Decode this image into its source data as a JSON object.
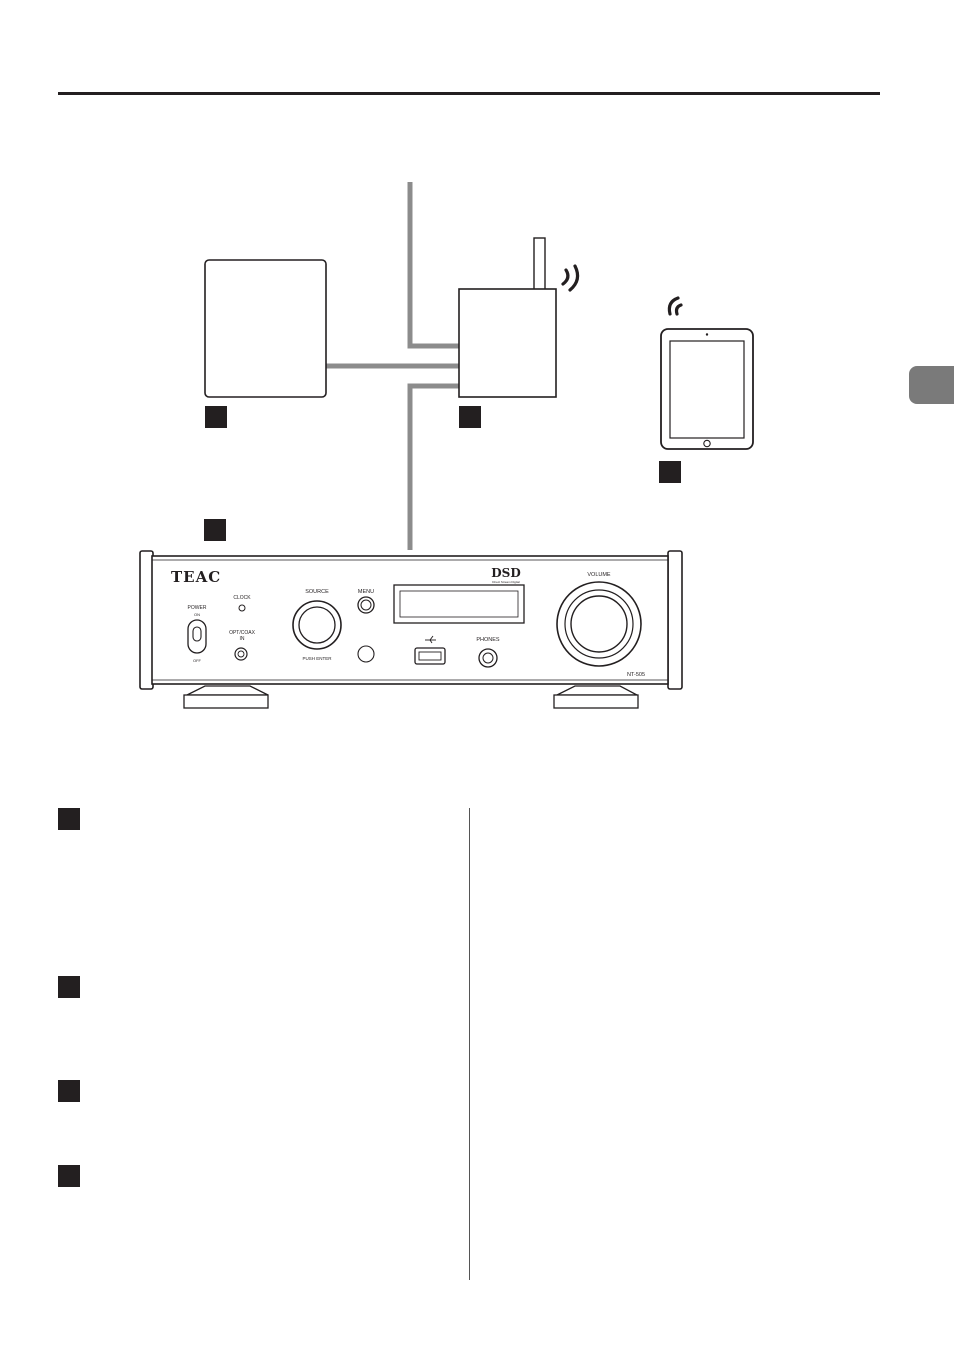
{
  "device": {
    "brand": "TEAC",
    "model": "NT-505",
    "dsd_logo": "DSD",
    "dsd_sub": "Direct Stream Digital",
    "labels": {
      "power": "POWER",
      "on": "ON",
      "off": "OFF",
      "clock": "CLOCK",
      "opt_coax": "OPT/COAX",
      "opt_coax_in": "IN",
      "source": "SOURCE",
      "push_enter": "PUSH ENTER",
      "menu": "MENU",
      "phones": "PHONES",
      "volume": "VOLUME"
    }
  },
  "icons": {
    "router_signal": "wifi-signal-icon",
    "tablet_signal": "wifi-signal-icon",
    "usb": "usb-icon"
  },
  "colors": {
    "line": "#231f20",
    "cable": "#8c8c8c",
    "tab": "#7a7a7a"
  }
}
